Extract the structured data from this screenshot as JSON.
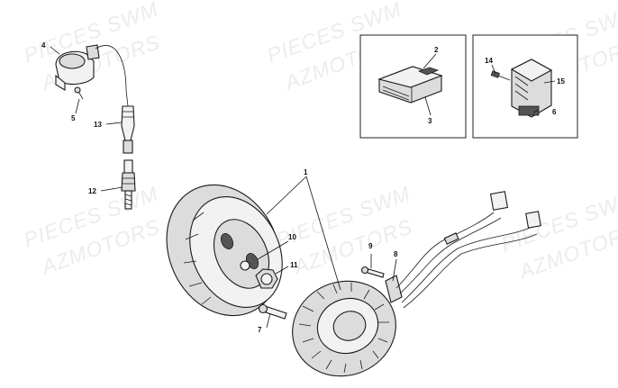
{
  "watermarks": [
    {
      "text": "PIECES SWM"
    },
    {
      "text": "AZMOTORS"
    },
    {
      "text": "PIECES SWM"
    },
    {
      "text": "AZMOTORS"
    },
    {
      "text": "PIECES SWM"
    },
    {
      "text": "AZMOTORS"
    },
    {
      "text": "PIECES SWM"
    },
    {
      "text": "AZMOTORS"
    },
    {
      "text": "PIECES SWM"
    },
    {
      "text": "AZMOTORS"
    },
    {
      "text": "PIECES SWM"
    },
    {
      "text": "AZMOTORS"
    }
  ],
  "callouts": [
    {
      "id": "c1",
      "label": "1"
    },
    {
      "id": "c2",
      "label": "2"
    },
    {
      "id": "c3",
      "label": "3"
    },
    {
      "id": "c4",
      "label": "4"
    },
    {
      "id": "c5",
      "label": "5"
    },
    {
      "id": "c6",
      "label": "6"
    },
    {
      "id": "c7",
      "label": "7"
    },
    {
      "id": "c8",
      "label": "8"
    },
    {
      "id": "c9",
      "label": "9"
    },
    {
      "id": "c10",
      "label": "10"
    },
    {
      "id": "c11",
      "label": "11"
    },
    {
      "id": "c12",
      "label": "12"
    },
    {
      "id": "c13",
      "label": "13"
    },
    {
      "id": "c14",
      "label": "14"
    },
    {
      "id": "c15",
      "label": "15"
    }
  ]
}
